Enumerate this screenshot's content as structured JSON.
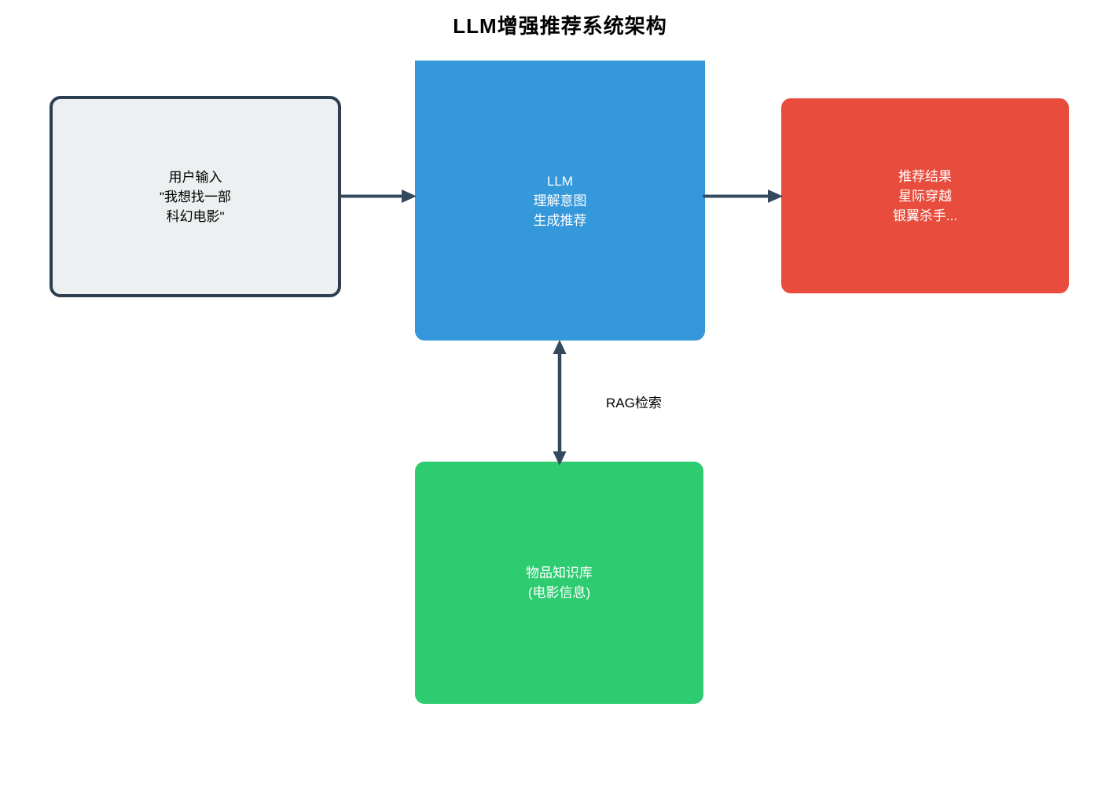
{
  "title": "LLM增强推荐系统架构",
  "nodes": {
    "user_input": {
      "lines": [
        "用户输入",
        "\"我想找一部",
        "科幻电影\""
      ],
      "fill": "#ecf0f1",
      "border": "#2c3e50",
      "text_color": "#000000"
    },
    "llm": {
      "lines": [
        "LLM",
        "理解意图",
        "生成推荐"
      ],
      "fill": "#3498db",
      "text_color": "#ffffff"
    },
    "results": {
      "lines": [
        "推荐结果",
        "星际穿越",
        "银翼杀手..."
      ],
      "fill": "#e74c3c",
      "text_color": "#ffffff"
    },
    "knowledge_base": {
      "lines": [
        "物品知识库",
        "(电影信息)"
      ],
      "fill": "#2ecc71",
      "text_color": "#ffffff"
    }
  },
  "edges": {
    "rag_label": "RAG检索",
    "arrow_color": "#34495e"
  }
}
